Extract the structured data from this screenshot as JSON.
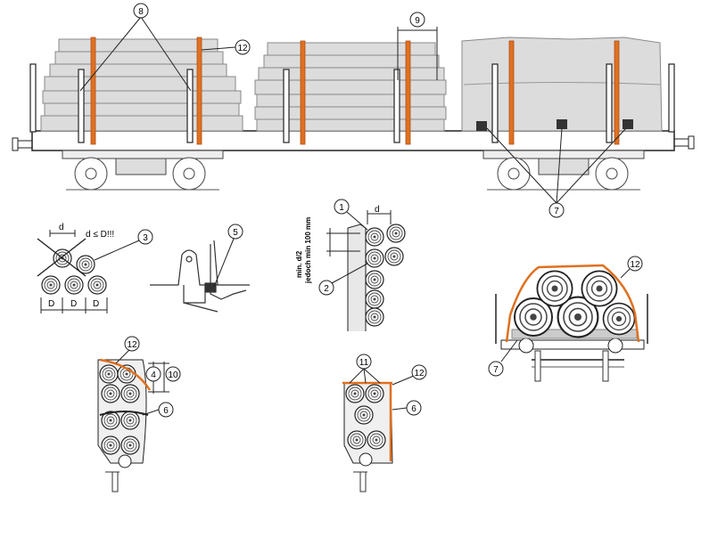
{
  "colors": {
    "strap": "#e07020",
    "outline": "#222222",
    "cargo_fill": "#dcdcdc",
    "cargo_stroke": "#888888",
    "background": "#ffffff"
  },
  "callouts": {
    "c1": "1",
    "c2": "2",
    "c3": "3",
    "c4": "4",
    "c5": "5",
    "c6": "6",
    "c7": "7",
    "c8": "8",
    "c9": "9",
    "c10": "10",
    "c11": "11",
    "c12": "12"
  },
  "labels": {
    "dim_d": "d",
    "rule_d_le_D": "d ≤ D!!!",
    "dim_D": "D",
    "min_d2_line1": "min. d/2",
    "min_d2_line2": "jedoch min 100 mm"
  }
}
